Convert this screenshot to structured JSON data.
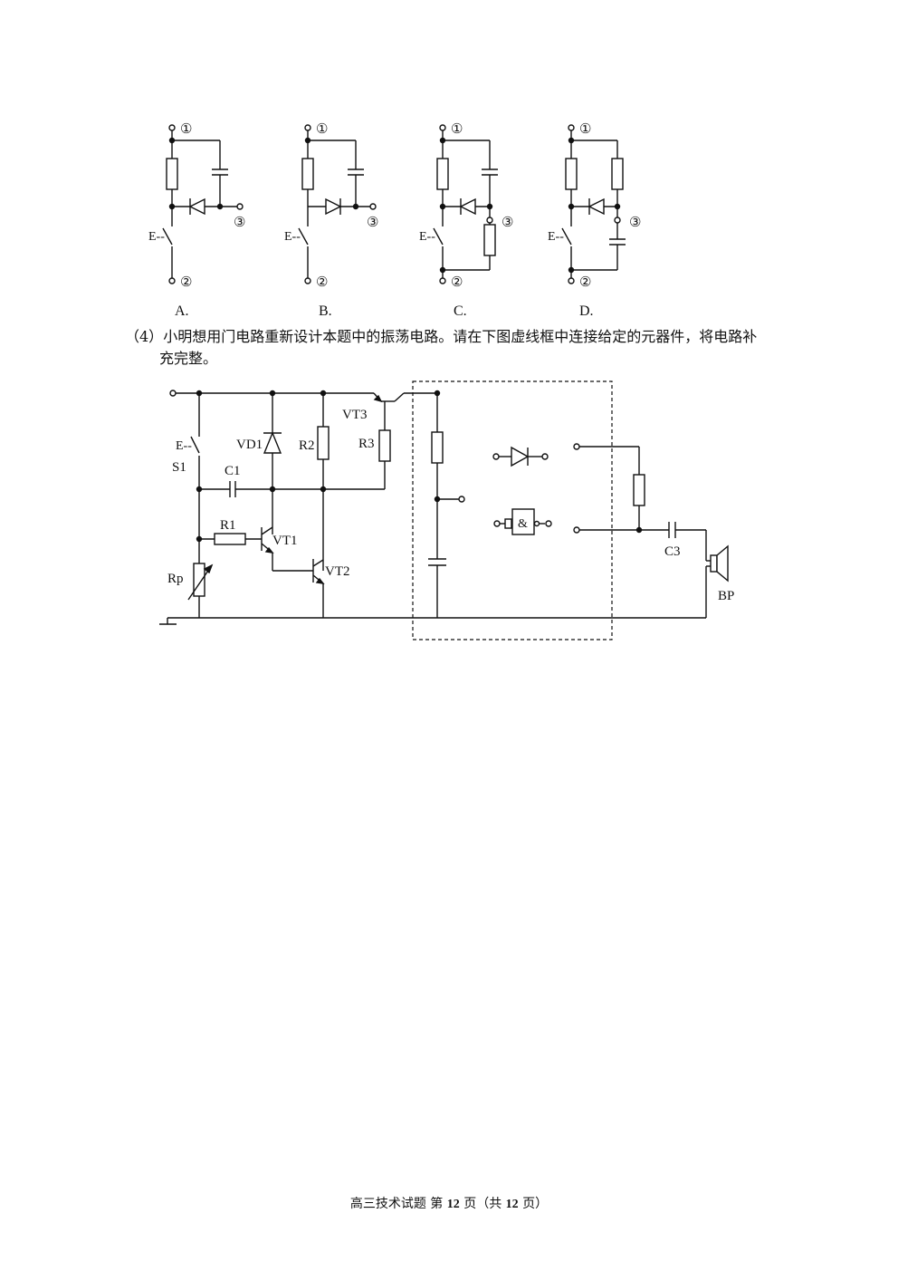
{
  "options": {
    "a": {
      "label": "A."
    },
    "b": {
      "label": "B."
    },
    "c": {
      "label": "C."
    },
    "d": {
      "label": "D."
    },
    "terminals": {
      "t1": "①",
      "t2": "②",
      "t3": "③"
    },
    "switch_symbol": "E--"
  },
  "question": {
    "number": "（4）",
    "line1": "小明想用门电路重新设计本题中的振荡电路。请在下图虚线框中连接给定的元器件，将电路补",
    "line2": "充完整。"
  },
  "circuit": {
    "labels": {
      "vt3": "VT3",
      "vd1": "VD1",
      "r2": "R2",
      "r3": "R3",
      "s1": "S1",
      "c1": "C1",
      "r1": "R1",
      "vt1": "VT1",
      "vt2": "VT2",
      "rp": "Rp",
      "c3": "C3",
      "bp": "BP",
      "gate": "&",
      "switch": "E--"
    }
  },
  "footer": {
    "prefix": "高三技术试题 第",
    "page": "12",
    "mid": "页（共",
    "total": "12",
    "suffix": "页）"
  }
}
